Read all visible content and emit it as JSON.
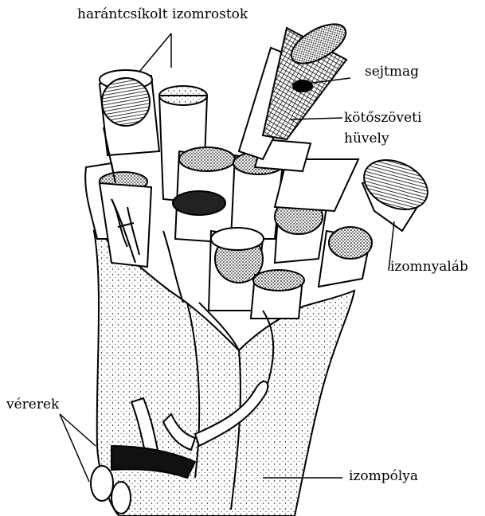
{
  "labels": {
    "fibers": "harántcsíkolt izomrostok",
    "nucleus": "sejtmag",
    "sheath_line1": "kötőszöveti",
    "sheath_line2": "hüvely",
    "bundle": "izomnyaláb",
    "vessels": "vérerek",
    "fascia": "izompólya"
  },
  "colors": {
    "ink": "#000000",
    "paper": "#ffffff"
  }
}
